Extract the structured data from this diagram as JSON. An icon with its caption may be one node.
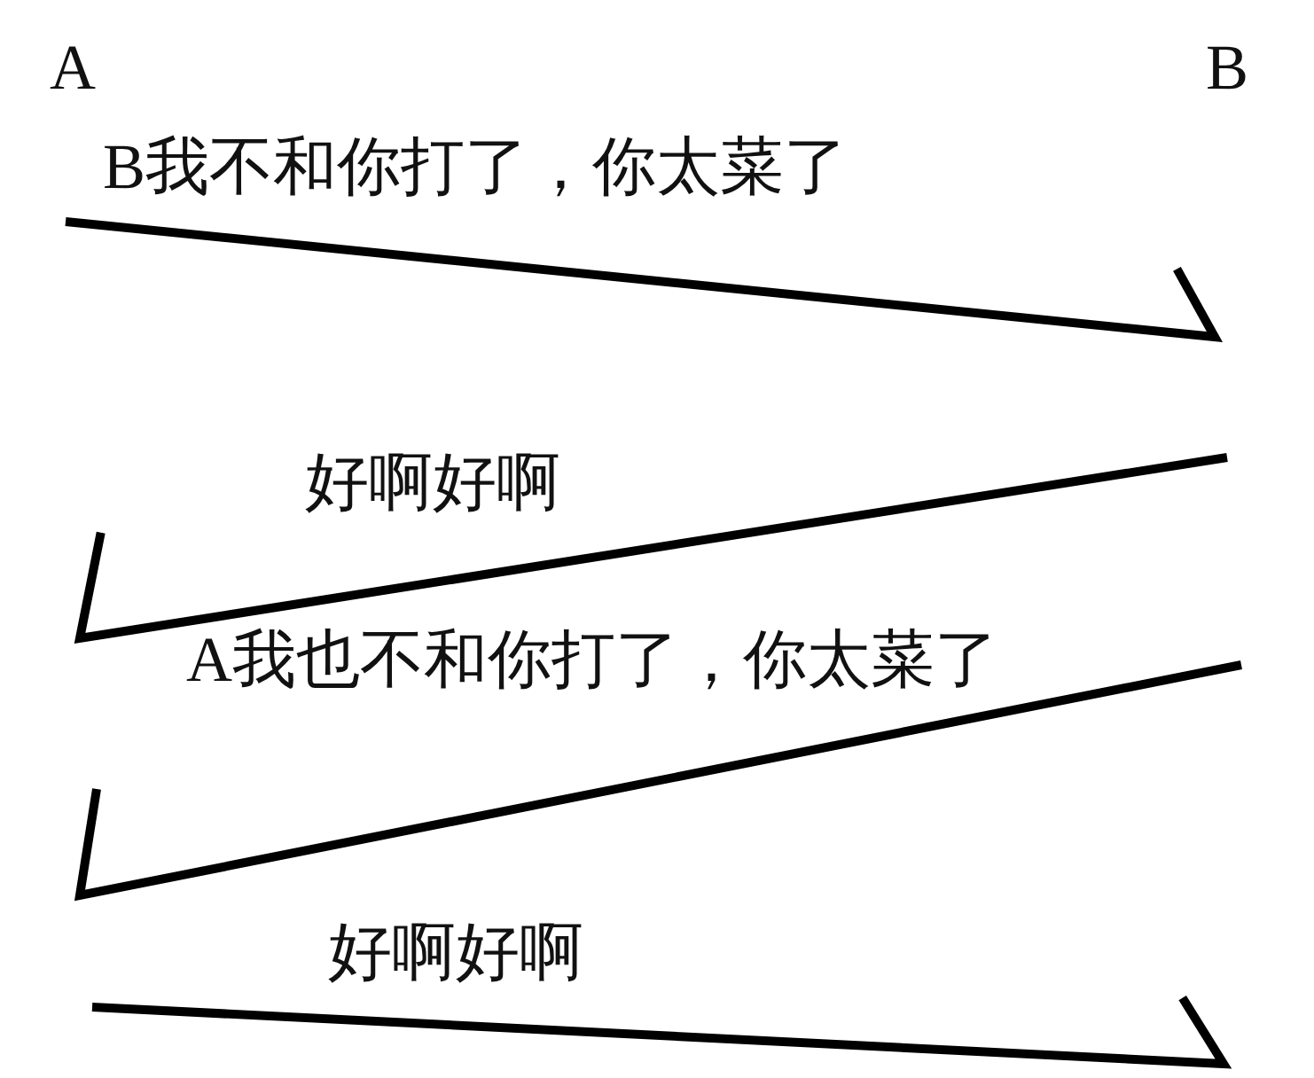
{
  "diagram": {
    "labels": [
      "A",
      "B",
      "B我不和你打了，你太菜了",
      "好啊好啊",
      "A我也不和你打了，你太菜了",
      "好啊好啊"
    ]
  }
}
